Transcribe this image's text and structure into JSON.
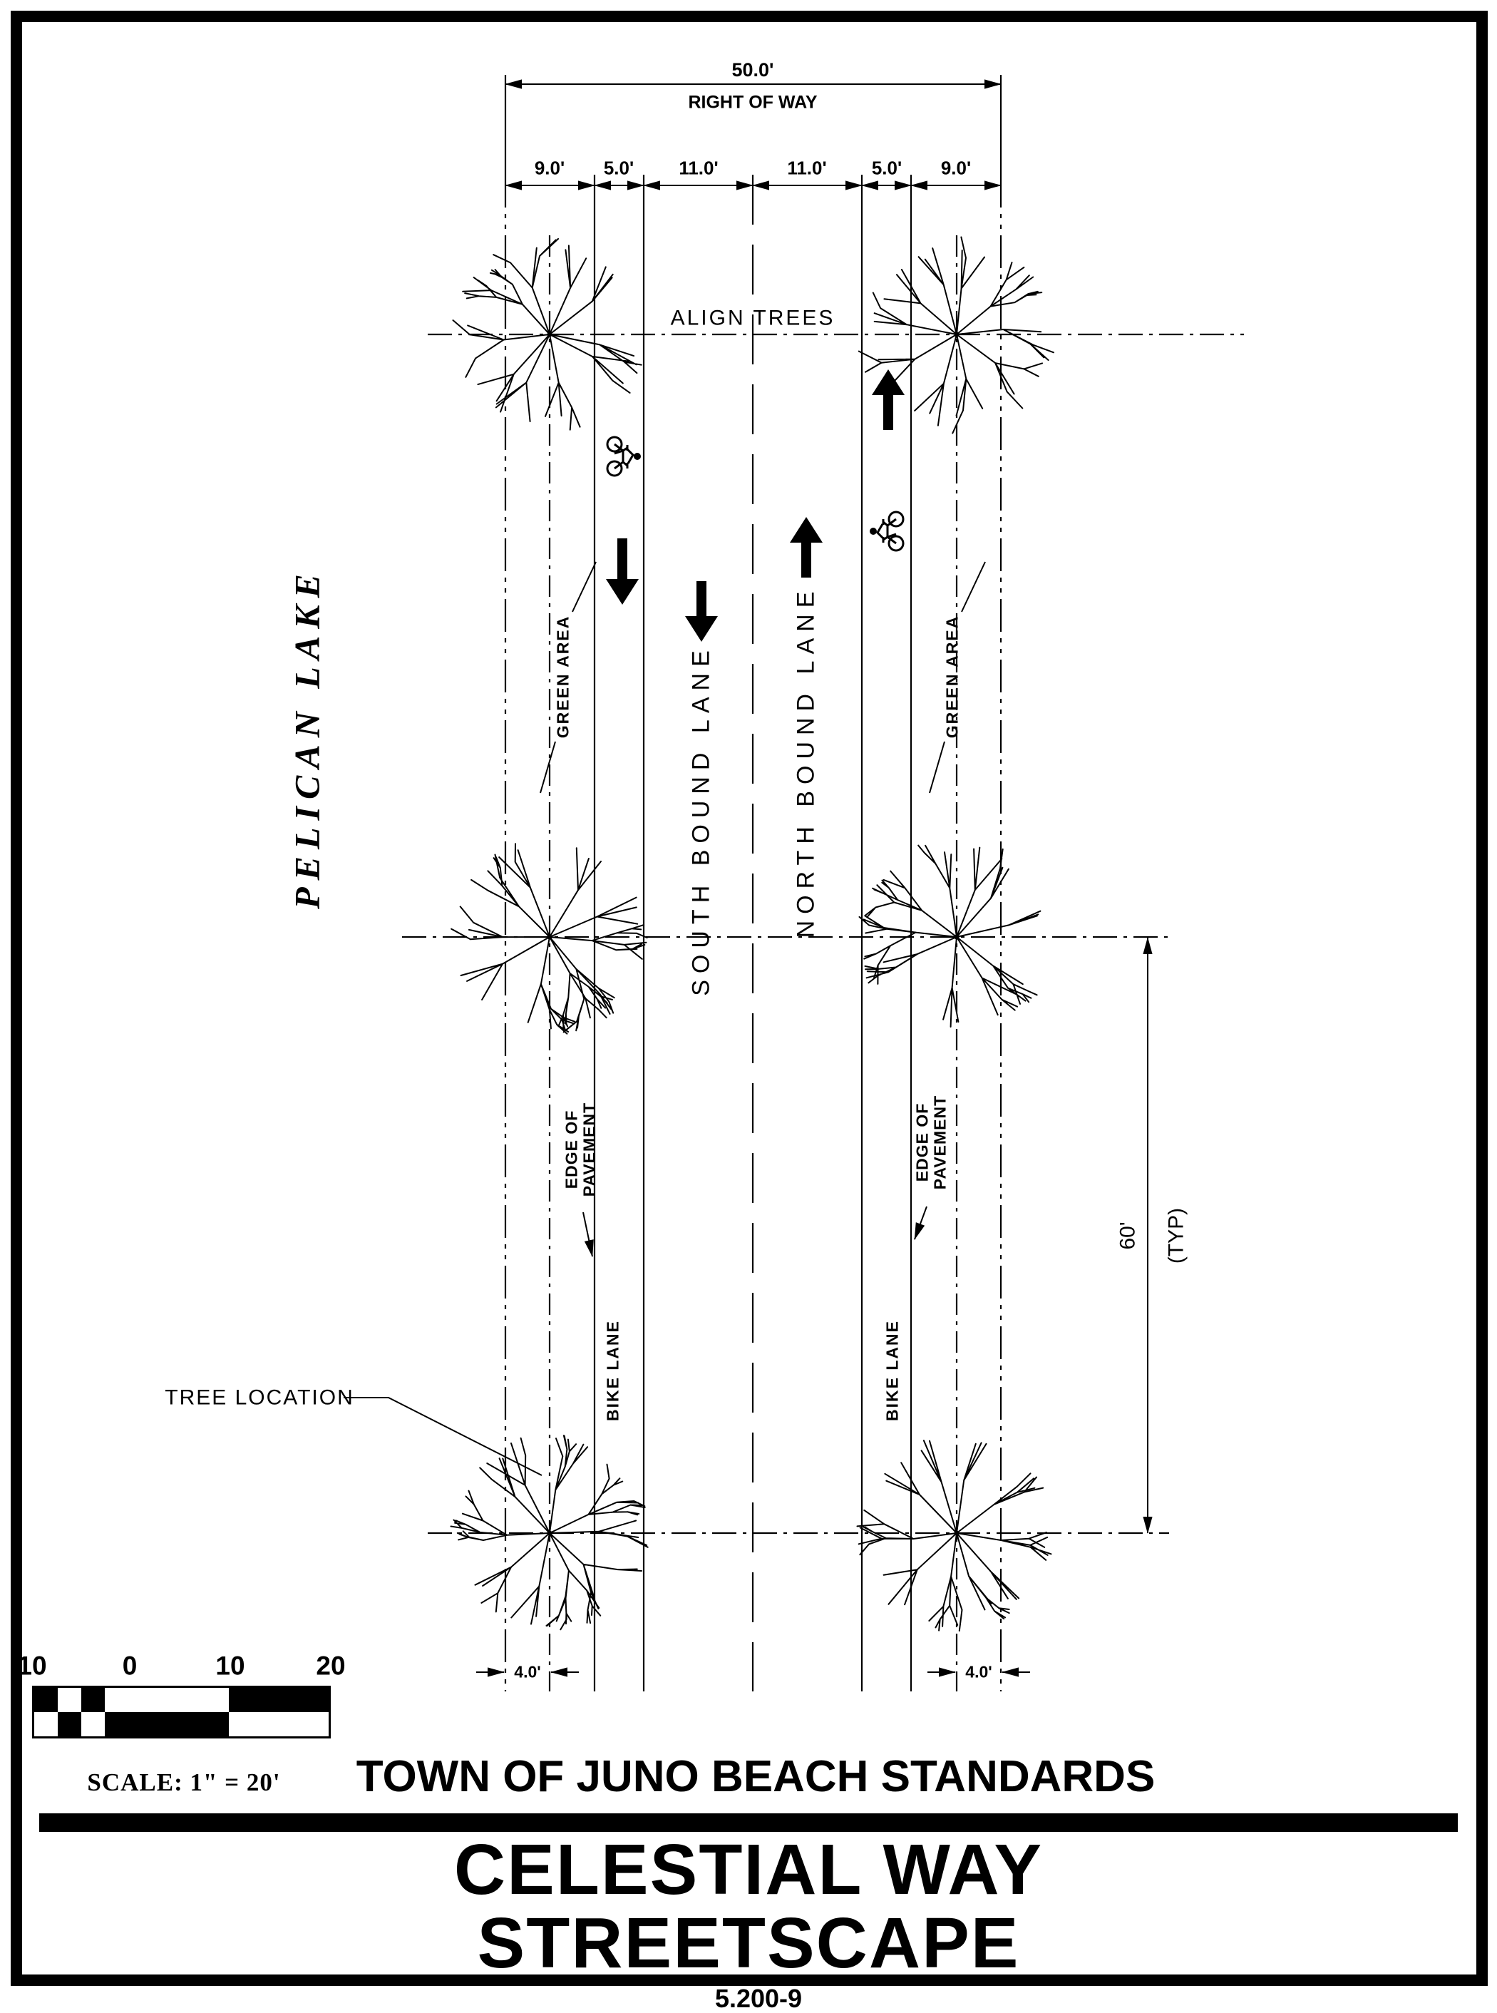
{
  "dims": {
    "right_of_way_width": "50.0'",
    "right_of_way_label": "RIGHT OF WAY",
    "widths": [
      "9.0'",
      "5.0'",
      "11.0'",
      "11.0'",
      "5.0'",
      "9.0'"
    ],
    "tree_offset": "4.0'",
    "tree_spacing": "60'",
    "tree_spacing_typ": "(TYP)"
  },
  "labels": {
    "lake": "PELICAN LAKE",
    "align_trees": "ALIGN TREES",
    "green_area": "GREEN AREA",
    "south_lane": "SOUTH BOUND LANE",
    "north_lane": "NORTH BOUND LANE",
    "edge_of_pavement_line1": "EDGE OF",
    "edge_of_pavement_line2": "PAVEMENT",
    "bike_lane": "BIKE LANE",
    "tree_location": "TREE LOCATION"
  },
  "scale": {
    "ticks": [
      "10",
      "0",
      "10",
      "20"
    ],
    "text": "SCALE: 1\" = 20'"
  },
  "title_block": {
    "standards": "TOWN OF JUNO BEACH STANDARDS",
    "title_line1": "CELESTIAL WAY",
    "title_line2": "STREETSCAPE",
    "sheet_number": "5.200-9"
  }
}
